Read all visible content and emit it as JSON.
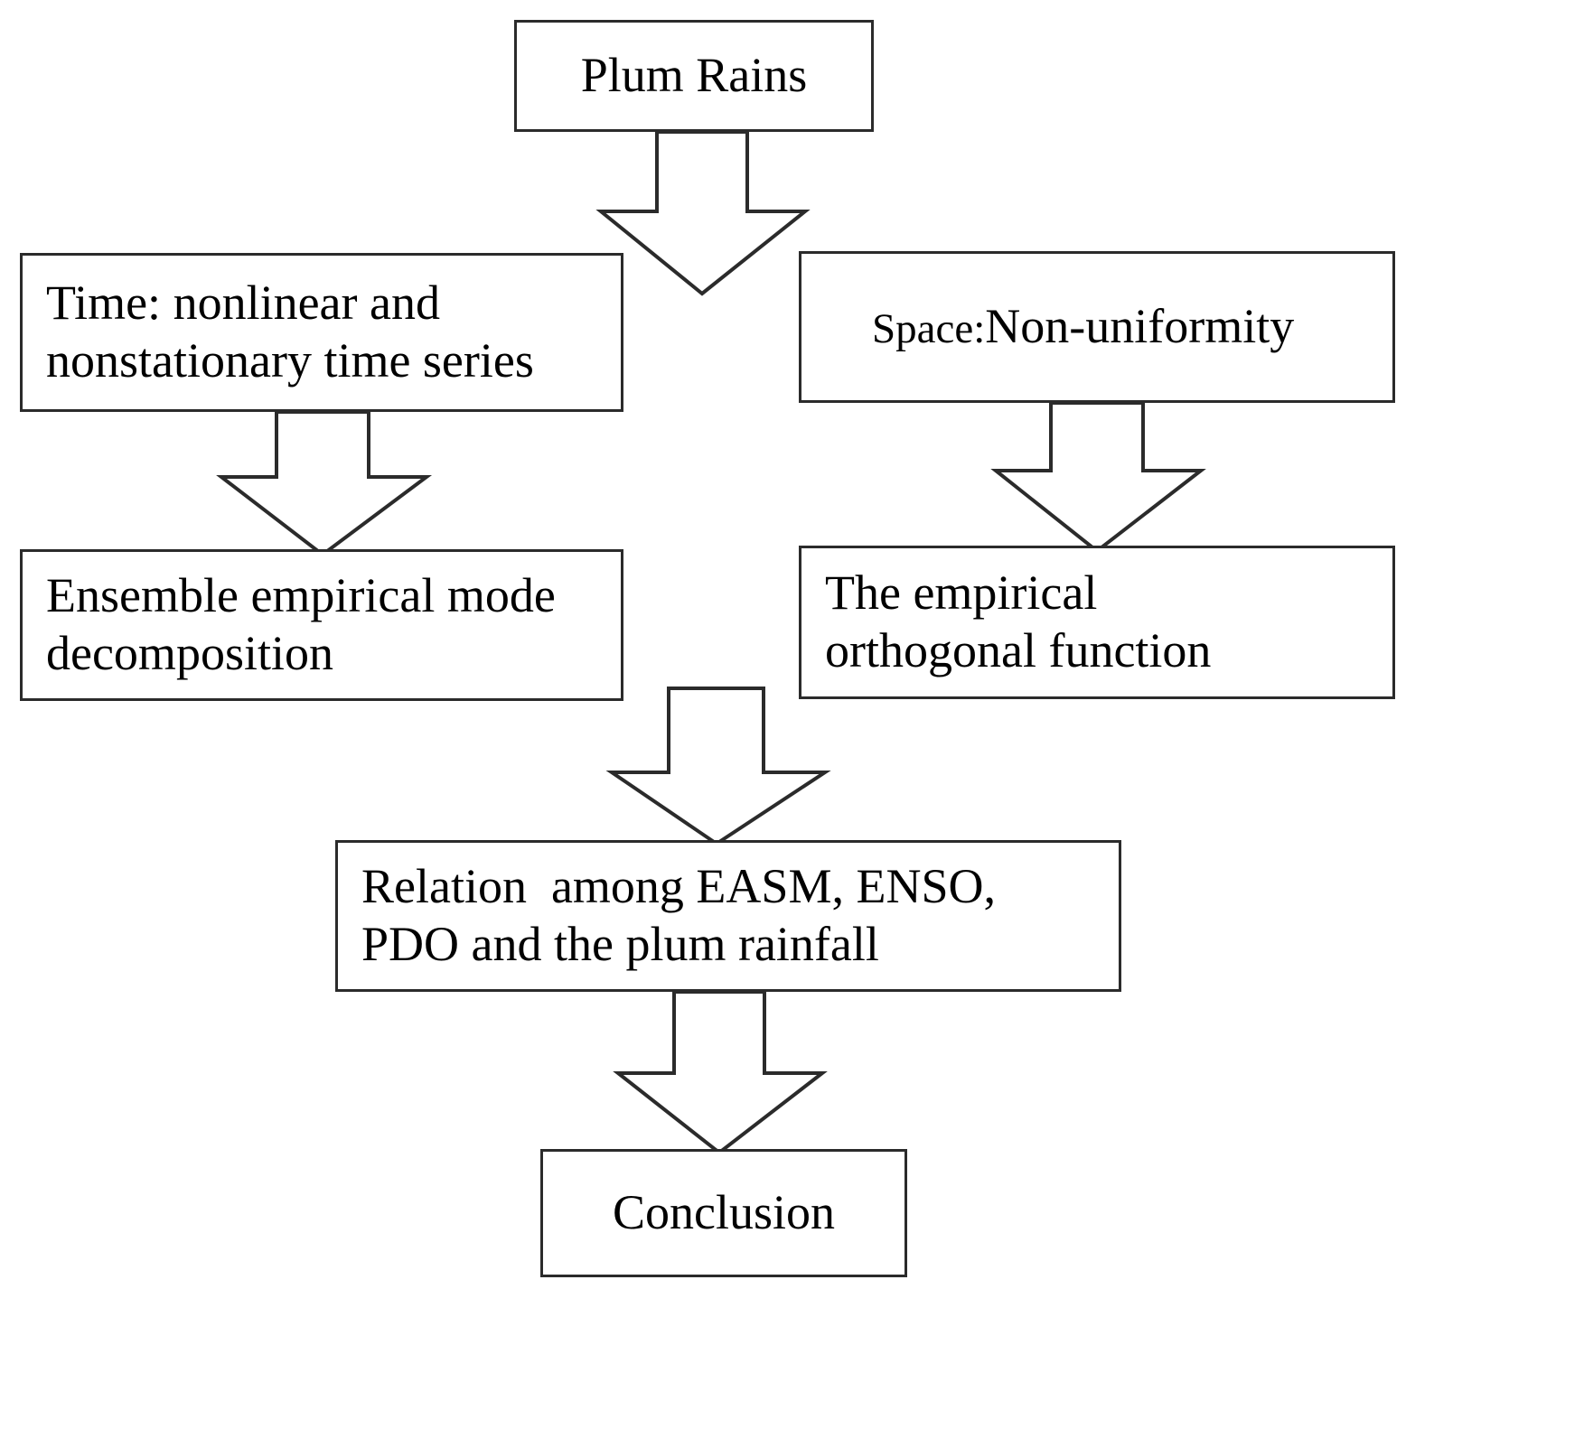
{
  "diagram": {
    "type": "flowchart",
    "orientation": "top-down",
    "title": "Plum Rains research methodology flowchart",
    "nodes": [
      {
        "id": "plum-rains",
        "label": "Plum Rains",
        "lines": [
          "Plum Rains"
        ]
      },
      {
        "id": "time",
        "label": "Time: nonlinear and nonstationary time series",
        "lines": [
          "Time: nonlinear and",
          "nonstationary time series"
        ]
      },
      {
        "id": "space",
        "label": "Space: Non-uniformity",
        "lines": [
          "Space:",
          "Non-uniformity"
        ]
      },
      {
        "id": "eemd",
        "label": "Ensemble empirical mode decomposition",
        "lines": [
          "Ensemble empirical mode",
          "decomposition"
        ]
      },
      {
        "id": "eof",
        "label": "The empirical orthogonal function",
        "lines": [
          "The empirical",
          "orthogonal function"
        ]
      },
      {
        "id": "relation",
        "label": "Relation among EASM, ENSO, PDO and the plum rainfall",
        "lines": [
          "Relation  among EASM, ENSO,",
          "PDO and the plum rainfall"
        ]
      },
      {
        "id": "conclusion",
        "label": "Conclusion",
        "lines": [
          "Conclusion"
        ]
      }
    ],
    "edges": [
      {
        "id": "edge-plum-to-branches",
        "from": "plum-rains",
        "to": "time / space",
        "style": "block-arrow-down"
      },
      {
        "id": "edge-time-to-eemd",
        "from": "time",
        "to": "eemd",
        "style": "block-arrow-down"
      },
      {
        "id": "edge-space-to-eof",
        "from": "space",
        "to": "eof",
        "style": "block-arrow-down"
      },
      {
        "id": "edge-methods-to-relation",
        "from": "eemd / eof",
        "to": "relation",
        "style": "block-arrow-down"
      },
      {
        "id": "edge-relation-to-conclusion",
        "from": "relation",
        "to": "conclusion",
        "style": "block-arrow-down"
      }
    ],
    "colors": {
      "background": "#ffffff",
      "box_fill": "#ffffff",
      "box_border": "#2b2b2b",
      "arrow_fill": "#ffffff",
      "arrow_stroke": "#2b2b2b",
      "text": "#000000"
    }
  }
}
